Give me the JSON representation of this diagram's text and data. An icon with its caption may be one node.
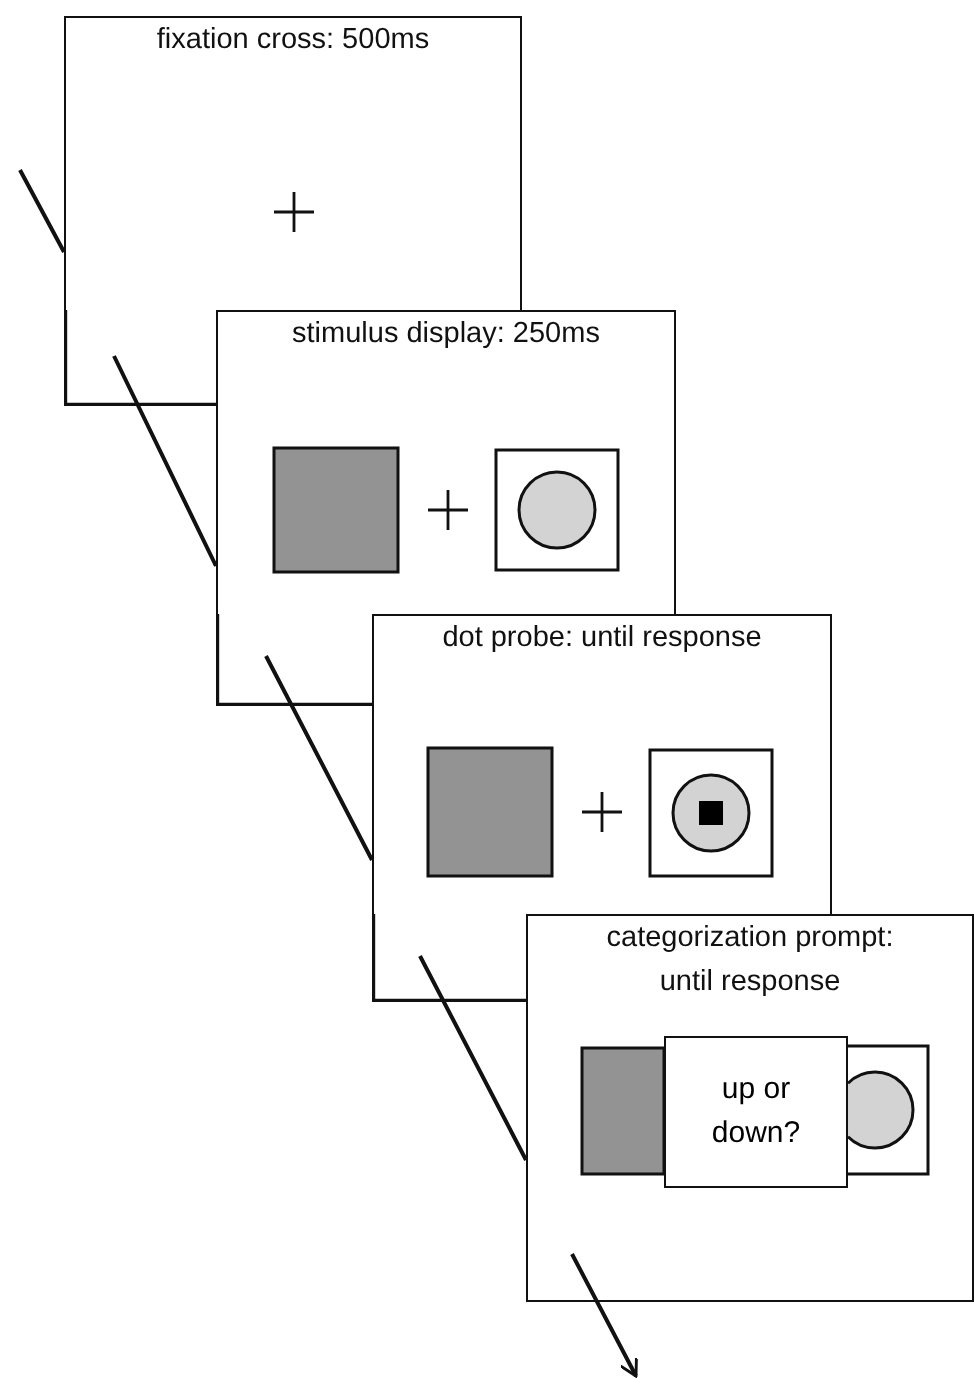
{
  "diagram": {
    "nodes": [
      {
        "text": [
          "fixation cross: 500ms"
        ]
      },
      {
        "text": [
          "stimulus display: 250ms"
        ]
      },
      {
        "text": [
          "dot probe: until response"
        ]
      },
      {
        "text": [
          "categorization prompt: until response"
        ]
      },
      {
        "text": [
          "up or down?"
        ],
        "in": 3
      }
    ]
  }
}
